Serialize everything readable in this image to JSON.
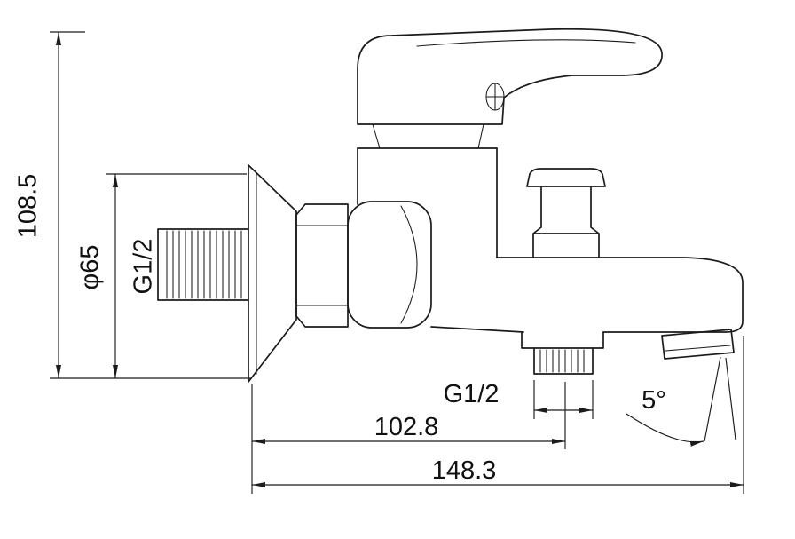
{
  "drawing": {
    "background_color": "#ffffff",
    "line_color": "#1b1b1b",
    "labels": {
      "overall_height": "108.5",
      "flange_diameter": "φ65",
      "inlet_thread": "G1/2",
      "outlet_thread": "G1/2",
      "outlet_offset": "102.8",
      "overall_length": "148.3",
      "spout_angle": "5°"
    }
  }
}
